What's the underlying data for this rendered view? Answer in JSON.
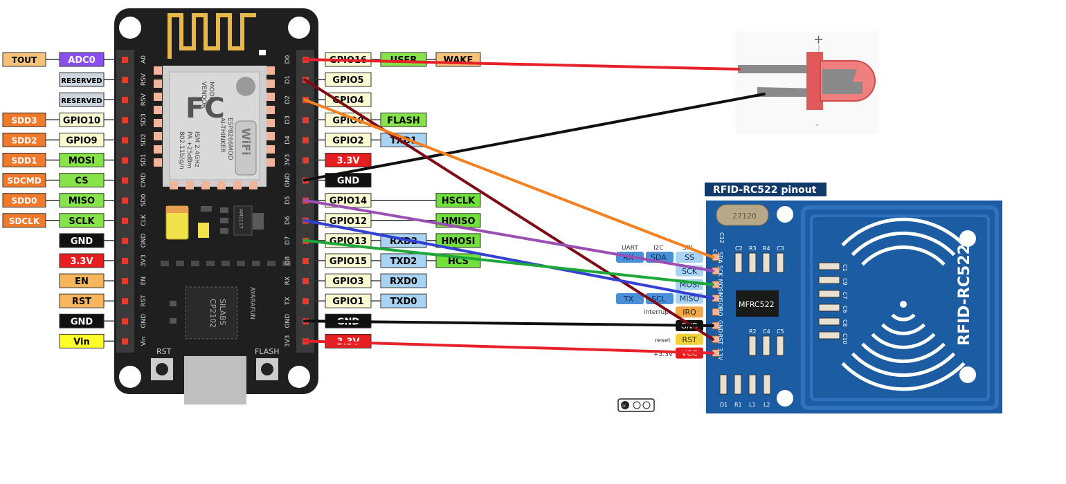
{
  "colors": {
    "board_black": "#1f1f1f",
    "pin_header": "#3a3a3a",
    "pin_red": "#e33b2c",
    "pad_salmon": "#f2b49a",
    "rfid_blue": "#1b5ca3",
    "rfid_blue_dark": "#134a86",
    "adc_purple": "#8b4ff0",
    "tout_orange": "#f6c27a",
    "sdd_orange": "#f07a2c",
    "reserved_gray": "#cdd5df",
    "gpio_cream": "#fafad2",
    "green": "#86e34a",
    "black": "#111111",
    "red": "#e61e1e",
    "en_orange": "#f7b65c",
    "vin_yellow": "#ffff2a",
    "txd_blue": "#a9d3f2",
    "hspi_green": "#72e03b",
    "wire_red": "#e8202a",
    "wire_darkred": "#7d0a14",
    "wire_orange": "#f4801f",
    "wire_black": "#101010",
    "wire_purple": "#9b4fb5",
    "wire_blue": "#3340d4",
    "wire_green": "#1fa83a"
  },
  "nodemcu": {
    "left_pins": [
      "A0",
      "RSV",
      "RSV",
      "SD3",
      "SD2",
      "SD1",
      "CMD",
      "SD0",
      "CLK",
      "GND",
      "3V3",
      "EN",
      "RST",
      "GND",
      "Vin"
    ],
    "right_pins": [
      "D0",
      "D1",
      "D2",
      "D3",
      "D4",
      "3V3",
      "GND",
      "D5",
      "D6",
      "D7",
      "D8",
      "RX",
      "TX",
      "GND",
      "3V3"
    ],
    "left_labels": [
      {
        "outer": "TOUT",
        "inner": "ADC0"
      },
      {
        "outer": "",
        "inner": "RESERVED"
      },
      {
        "outer": "",
        "inner": "RESERVED"
      },
      {
        "outer": "SDD3",
        "inner": "GPIO10"
      },
      {
        "outer": "SDD2",
        "inner": "GPIO9"
      },
      {
        "outer": "SDD1",
        "inner": "MOSI"
      },
      {
        "outer": "SDCMD",
        "inner": "CS"
      },
      {
        "outer": "SDD0",
        "inner": "MISO"
      },
      {
        "outer": "SDCLK",
        "inner": "SCLK"
      },
      {
        "outer": "",
        "inner": "GND"
      },
      {
        "outer": "",
        "inner": "3.3V"
      },
      {
        "outer": "",
        "inner": "EN"
      },
      {
        "outer": "",
        "inner": "RST"
      },
      {
        "outer": "",
        "inner": "GND"
      },
      {
        "outer": "",
        "inner": "Vin"
      }
    ],
    "right_labels": [
      {
        "a": "GPIO16",
        "b": "USER",
        "c": "WAKE"
      },
      {
        "a": "GPIO5",
        "b": "",
        "c": ""
      },
      {
        "a": "GPIO4",
        "b": "",
        "c": ""
      },
      {
        "a": "GPIO0",
        "b": "FLASH",
        "c": ""
      },
      {
        "a": "GPIO2",
        "b": "TXD1",
        "c": ""
      },
      {
        "a": "3.3V",
        "b": "",
        "c": ""
      },
      {
        "a": "GND",
        "b": "",
        "c": ""
      },
      {
        "a": "GPIO14",
        "b": "",
        "c": "HSCLK"
      },
      {
        "a": "GPIO12",
        "b": "",
        "c": "HMISO"
      },
      {
        "a": "GPIO13",
        "b": "RXD2",
        "c": "HMOSI"
      },
      {
        "a": "GPIO15",
        "b": "TXD2",
        "c": "HCS"
      },
      {
        "a": "GPIO3",
        "b": "RXD0",
        "c": ""
      },
      {
        "a": "GPIO1",
        "b": "TXD0",
        "c": ""
      },
      {
        "a": "GND",
        "b": "",
        "c": ""
      },
      {
        "a": "3.3V",
        "b": "",
        "c": ""
      }
    ],
    "module_text": [
      "MODEL",
      "VENDOR",
      "ESP8266MOD",
      "AI-THINKER",
      "ISM 2.4GHz",
      "PA +25dBm",
      "802.11b/g/n"
    ],
    "fc_text": "FC",
    "wifi_text": "WiFi",
    "usb_chip_text": [
      "SILABS",
      "CP2102"
    ],
    "regulator_text": "AM1117",
    "brand_text": "AYARAFUN",
    "rst_button_label": "RST",
    "flash_button_label": "FLASH"
  },
  "led": {
    "plus": "+",
    "minus": "-"
  },
  "rfid": {
    "title": "RFID-RC522 pinout",
    "board_name": "RFID-RC522",
    "chip": "MFRC522",
    "crystal": "27120",
    "pins": [
      "SS",
      "SCK",
      "MOSI",
      "MISO",
      "IRQ",
      "GND",
      "RST",
      "VCC"
    ],
    "header_pins": [
      "SDA",
      "SCK",
      "MOSI",
      "MISO",
      "IRQ",
      "GND",
      "RST",
      "3.3V"
    ],
    "uart_header": "UART",
    "i2c_header": "I2C",
    "spi_header": "SPI",
    "uart_rx": "RX",
    "uart_tx": "TX",
    "i2c_sda": "SDA",
    "i2c_scl": "SCL",
    "interrupt_label": "interrupt",
    "reset_label": "reset",
    "power_label": "+3.3V",
    "components_top": [
      "C2",
      "R3",
      "R4",
      "C3"
    ],
    "components_mid": [
      "R2",
      "C4",
      "C5"
    ],
    "components_bot": [
      "D1",
      "R1",
      "L1",
      "L2"
    ],
    "components_right": [
      "C1",
      "C9",
      "C7",
      "C6",
      "C8",
      "C10"
    ],
    "c13": "C13",
    "c12": "C12"
  },
  "license_badge": "cc"
}
